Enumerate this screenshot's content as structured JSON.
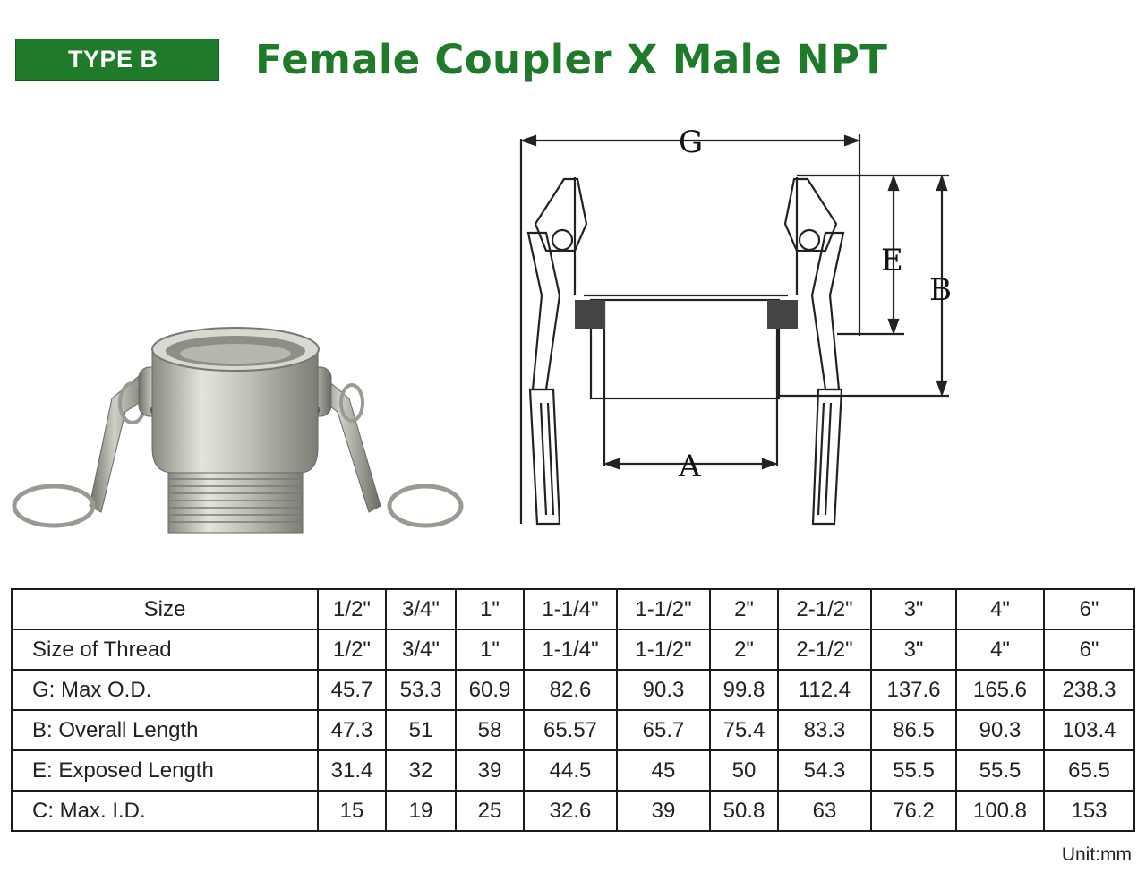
{
  "header": {
    "badge": "TYPE B",
    "title": "Female Coupler X Male NPT"
  },
  "drawing": {
    "labels": {
      "g": "G",
      "e": "E",
      "b": "B",
      "a": "A"
    }
  },
  "table": {
    "rows": [
      {
        "label": "Size",
        "cells": [
          "1/2\"",
          "3/4\"",
          "1\"",
          "1-1/4\"",
          "1-1/2\"",
          "2\"",
          "2-1/2\"",
          "3\"",
          "4\"",
          "6\""
        ]
      },
      {
        "label": "Size of Thread",
        "cells": [
          "1/2\"",
          "3/4\"",
          "1\"",
          "1-1/4\"",
          "1-1/2\"",
          "2\"",
          "2-1/2\"",
          "3\"",
          "4\"",
          "6\""
        ]
      },
      {
        "label": "G: Max O.D.",
        "cells": [
          "45.7",
          "53.3",
          "60.9",
          "82.6",
          "90.3",
          "99.8",
          "112.4",
          "137.6",
          "165.6",
          "238.3"
        ]
      },
      {
        "label": "B: Overall Length",
        "cells": [
          "47.3",
          "51",
          "58",
          "65.57",
          "65.7",
          "75.4",
          "83.3",
          "86.5",
          "90.3",
          "103.4"
        ]
      },
      {
        "label": "E: Exposed Length",
        "cells": [
          "31.4",
          "32",
          "39",
          "44.5",
          "45",
          "50",
          "54.3",
          "55.5",
          "55.5",
          "65.5"
        ]
      },
      {
        "label": "C: Max. I.D.",
        "cells": [
          "15",
          "19",
          "25",
          "32.6",
          "39",
          "50.8",
          "63",
          "76.2",
          "100.8",
          "153"
        ]
      }
    ]
  },
  "unit": "Unit:mm"
}
